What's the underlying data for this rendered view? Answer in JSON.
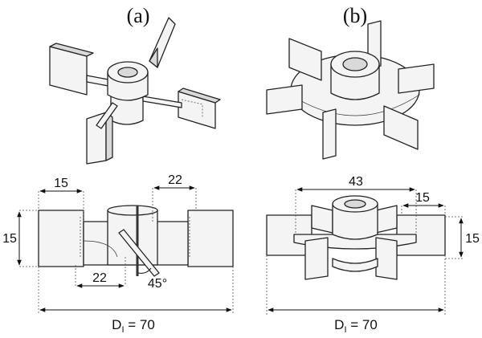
{
  "panels": {
    "a": {
      "label": "(a)"
    },
    "b": {
      "label": "(b)"
    }
  },
  "dims_a": {
    "top_left": "15",
    "top_right": "22",
    "left_height": "15",
    "bottom": "22",
    "angle": "45°",
    "diameter_sym": "D",
    "diameter_sub": "I",
    "diameter_val": " = 70"
  },
  "dims_b": {
    "top": "43",
    "right_width": "15",
    "right_height": "15",
    "diameter_sym": "D",
    "diameter_sub": "I",
    "diameter_val": " = 70"
  }
}
